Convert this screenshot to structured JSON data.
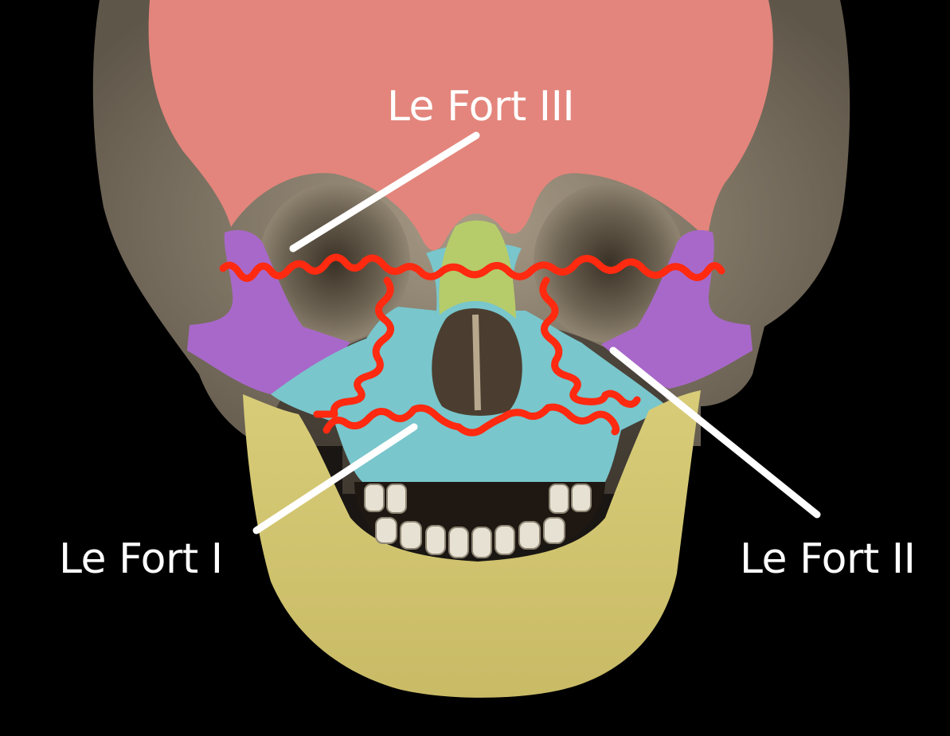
{
  "labels": {
    "le_fort_iii": "Le Fort III",
    "le_fort_i": "Le Fort I",
    "le_fort_ii": "Le Fort II"
  },
  "colors": {
    "background": "#000000",
    "frontal_bone": "#e3857c",
    "nasal_bone": "#b6cc6a",
    "zygomatic_bone": "#a868c9",
    "maxilla": "#79c6cc",
    "mandible": "#dcd07c",
    "skull_bone": "#8d8372",
    "fracture_line": "#ff2a10",
    "pointer_line": "#ffffff"
  }
}
